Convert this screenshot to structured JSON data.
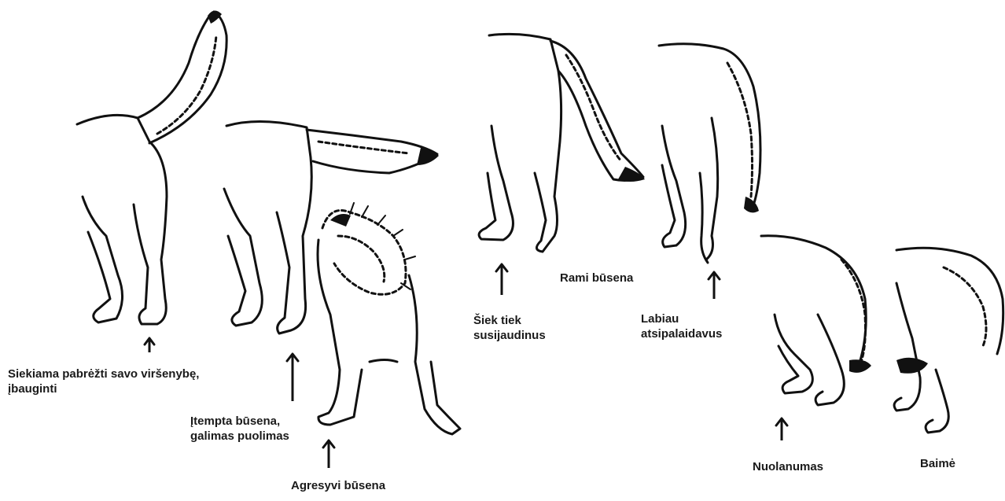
{
  "figures": [
    {
      "id": "dominance",
      "icon": "raised-tail-icon",
      "label_lines": [
        "Siekiama pabrėžti savo viršenybę,",
        "įbauginti"
      ]
    },
    {
      "id": "tense",
      "icon": "horizontal-tail-icon",
      "label_lines": [
        "Įtempta būsena,",
        "galimas puolimas"
      ]
    },
    {
      "id": "aggressive",
      "icon": "bristled-tail-icon",
      "label_lines": [
        "Agresyvi būsena"
      ]
    },
    {
      "id": "slightly-excited",
      "icon": "lowered-tail-icon",
      "label_lines": [
        "Šiek tiek",
        "susijaudinus"
      ]
    },
    {
      "id": "calm",
      "icon": "relaxed-tail-icon",
      "label_lines": [
        "Rami būsena"
      ]
    },
    {
      "id": "more-relaxed",
      "icon": "hanging-tail-icon",
      "label_lines": [
        "Labiau",
        "atsipalaidavus"
      ]
    },
    {
      "id": "submission",
      "icon": "tucked-tail-icon",
      "label_lines": [
        "Nuolanumas"
      ]
    },
    {
      "id": "fear",
      "icon": "fully-tucked-tail-icon",
      "label_lines": [
        "Baimė"
      ]
    }
  ]
}
